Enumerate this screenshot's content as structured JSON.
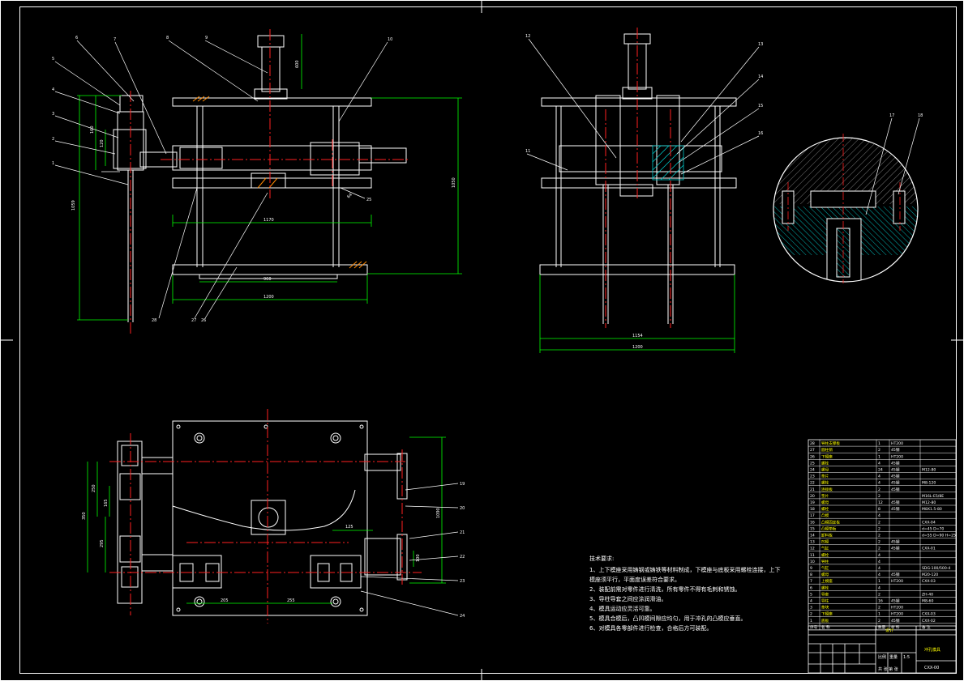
{
  "palette": {
    "background": "#000000",
    "line": "#ffffff",
    "center_line": "#ff2020",
    "dimension": "#00ff00",
    "hatch_cyan": "#00c8c8",
    "leader_yellow": "#ffff00",
    "hatch_orange": "#ff8800"
  },
  "front_view": {
    "balloons": [
      "6",
      "7",
      "8",
      "9",
      "10",
      "5",
      "4",
      "3",
      "2",
      "1",
      "25",
      "26",
      "27",
      "28"
    ],
    "dims": {
      "overall_width": "1170",
      "inner_width": "960",
      "base_width": "1200",
      "height_left": "1059",
      "height_right": "1050",
      "cyl_height": "600",
      "small_a": "160",
      "small_b": "120",
      "small_c": "64"
    }
  },
  "side_view": {
    "balloons": [
      "12",
      "13",
      "14",
      "15",
      "16",
      "11"
    ],
    "dims": {
      "inner_width": "1154",
      "overall_width": "1200"
    }
  },
  "detail_view": {
    "balloons": [
      "17",
      "18"
    ]
  },
  "top_view": {
    "balloons": [
      "19",
      "20",
      "21",
      "22",
      "23",
      "24"
    ],
    "dims": {
      "h1": "350",
      "h2": "250",
      "h3": "295",
      "h4": "165",
      "w1": "205",
      "w2": "255",
      "v1": "1090",
      "v2": "125",
      "v3": "100"
    }
  },
  "bom": {
    "rows": [
      [
        "28",
        "导柱支撑板",
        "1",
        "HT200",
        ""
      ],
      [
        "27",
        "圆柱销",
        "2",
        "45钢",
        ""
      ],
      [
        "26",
        "下模座",
        "1",
        "HT200",
        ""
      ],
      [
        "25",
        "螺栓",
        "4",
        "45钢",
        ""
      ],
      [
        "24",
        "螺母",
        "24",
        "45钢",
        "M12-80"
      ],
      [
        "23",
        "垫片",
        "4",
        "45钢",
        ""
      ],
      [
        "22",
        "螺栓",
        "4",
        "45钢",
        "M8-120"
      ],
      [
        "21",
        "连接板",
        "2",
        "45钢",
        ""
      ],
      [
        "20",
        "垫片",
        "2",
        "",
        "M16L-E5/8E"
      ],
      [
        "19",
        "螺母",
        "12",
        "45钢",
        "M12-80"
      ],
      [
        "18",
        "螺栓",
        "8",
        "45钢",
        "M8X1.5-80"
      ],
      [
        "17",
        "凸模",
        "4",
        "",
        ""
      ],
      [
        "16",
        "凸模固定板",
        "2",
        "",
        "CXX-04"
      ],
      [
        "15",
        "凸模垫板",
        "2",
        "",
        "d=45 D=70"
      ],
      [
        "14",
        "卸料板",
        "2",
        "",
        "d=55 D=90 H=25"
      ],
      [
        "13",
        "凹模",
        "2",
        "45钢",
        ""
      ],
      [
        "12",
        "气缸",
        "2",
        "45钢",
        "CXX-01"
      ],
      [
        "11",
        "螺栓",
        "4",
        "",
        ""
      ],
      [
        "10",
        "导柱",
        "4",
        "",
        ""
      ],
      [
        "9",
        "气缸",
        "4",
        "",
        "SDG-100/500-4"
      ],
      [
        "8",
        "螺母",
        "4",
        "45钢",
        "M20-120"
      ],
      [
        "7",
        "上模座",
        "1",
        "HT200",
        "CXX-03"
      ],
      [
        "6",
        "螺栓",
        "4",
        "",
        ""
      ],
      [
        "5",
        "导套",
        "2",
        "",
        "ZH-40"
      ],
      [
        "4",
        "导柱",
        "16",
        "45钢",
        "M8-60"
      ],
      [
        "3",
        "垫块",
        "2",
        "HT200",
        ""
      ],
      [
        "2",
        "下模座",
        "1",
        "HT200",
        "CXX-03"
      ],
      [
        "1",
        "底板",
        "2",
        "45钢",
        "CXX-02"
      ]
    ],
    "header": [
      "序号",
      "名 称",
      "数量",
      "材 料",
      "备 注"
    ]
  },
  "title_block": {
    "school": "设计",
    "drawing_name": "冲孔模具",
    "drawing_no": "CXX-00",
    "scale_label": "比例",
    "sheet_label": "共 张 第 张",
    "weight_label": "重量",
    "scale_value": "1:5"
  },
  "notes": {
    "heading": "技术要求:",
    "items": [
      "1、上下模座采用铸钢或铸铁等材料制成，下模座与底板采用螺栓连接，上下",
      "    模座须平行，平面度误差符合要求。",
      "2、装配前需对零件进行清洗，所有零件不得有毛刺和锈蚀。",
      "3、导柱导套之间应涂润滑油。",
      "4、模具运动应灵活可靠。",
      "5、模具合模后，凸凹模间隙应均匀，用于冲孔的凸模应垂直。",
      "6、对模具各零部件进行检查，合格后方可装配。"
    ]
  }
}
